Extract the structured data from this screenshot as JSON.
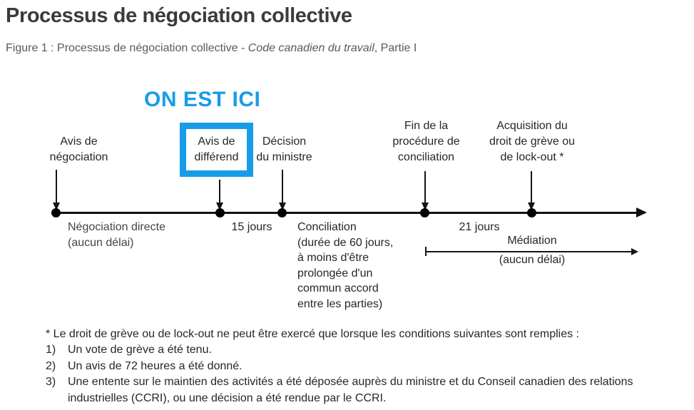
{
  "page": {
    "title": "Processus de négociation collective",
    "figure_caption": {
      "prefix": "Figure 1 : Processus de négociation collective - ",
      "italic": "Code canadien du travail",
      "suffix": ", Partie I"
    }
  },
  "diagram": {
    "marker_label": "ON EST ICI",
    "accent_color": "#189CE8",
    "line_color": "#141414",
    "milestones": [
      {
        "id": "avis-negociation",
        "label": "Avis de\nnégociation",
        "highlighted": false
      },
      {
        "id": "avis-differend",
        "label": "Avis de\ndifférend",
        "highlighted": true
      },
      {
        "id": "decision-ministre",
        "label": "Décision\ndu ministre",
        "highlighted": false
      },
      {
        "id": "fin-conciliation",
        "label": "Fin de la\nprocédure de\nconciliation",
        "highlighted": false
      },
      {
        "id": "acquisition-droit",
        "label": "Acquisition du\ndroit de grève ou\nde lock-out *",
        "highlighted": false
      }
    ],
    "segments": [
      {
        "id": "negociation-directe",
        "label": "Négociation directe\n(aucun délai)"
      },
      {
        "id": "delai-15-jours",
        "label": "15 jours"
      },
      {
        "id": "conciliation",
        "label": "Conciliation\n(durée de 60 jours,\nà moins d'être\nprolongée d'un\ncommun accord\nentre les parties)"
      },
      {
        "id": "delai-21-jours",
        "label": "21 jours"
      }
    ],
    "mediation": {
      "title": "Médiation",
      "subtitle": "(aucun délai)"
    }
  },
  "footnotes": {
    "intro": "* Le droit de grève ou de lock-out ne peut être exercé que lorsque les conditions suivantes sont remplies :",
    "items": [
      {
        "num": "1)",
        "text": "Un vote de grève a été tenu."
      },
      {
        "num": "2)",
        "text": "Un avis de 72 heures a été donné."
      },
      {
        "num": "3)",
        "text": "Une entente sur le maintien des activités a été déposée auprès du ministre et du Conseil canadien des relations industrielles (CCRI), ou une décision a été rendue par le CCRI."
      }
    ]
  }
}
